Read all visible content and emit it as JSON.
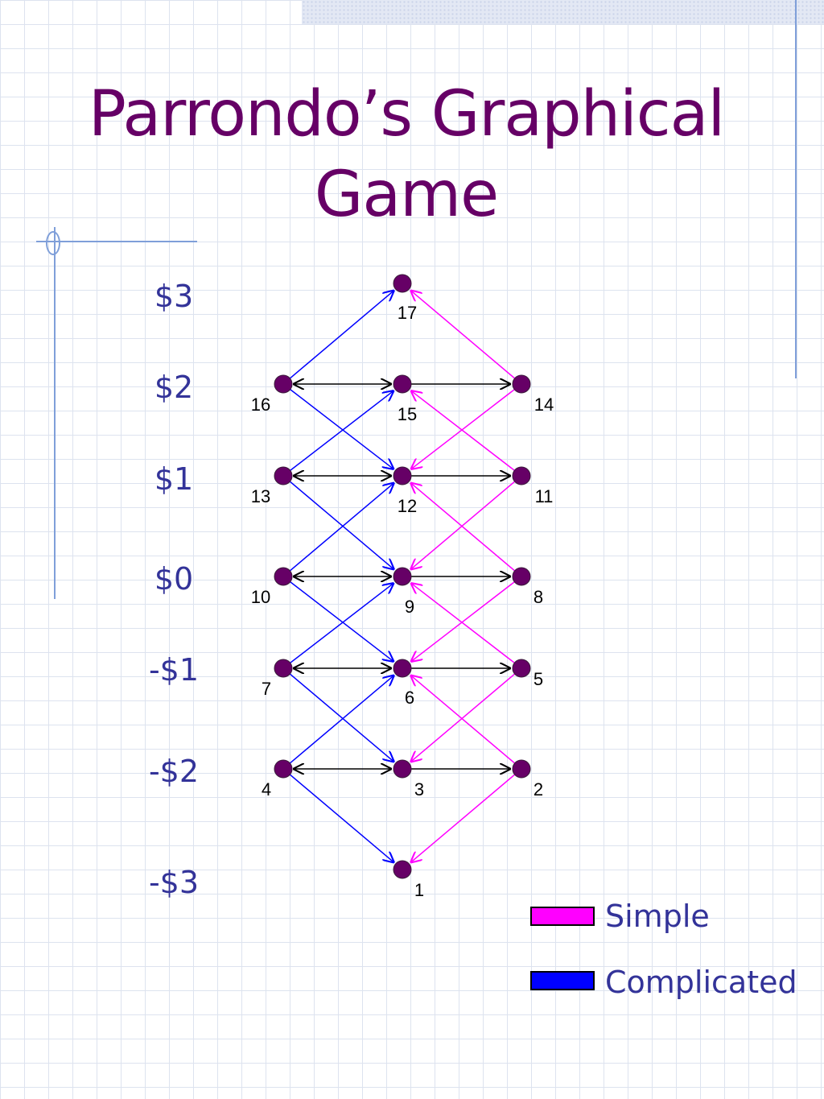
{
  "title_line1": "Parrondo’s Graphical",
  "title_line2": "Game",
  "dollar_labels": [
    "$3",
    "$2",
    "$1",
    "$0",
    "-$1",
    "-$2",
    "-$3"
  ],
  "colors": {
    "title": "#660066",
    "dollar": "#333399",
    "node": "#660066",
    "simple": "#ff00ff",
    "complicated": "#0000ff",
    "neutral": "#000000"
  },
  "nodes": [
    "1",
    "2",
    "3",
    "4",
    "5",
    "6",
    "7",
    "8",
    "9",
    "10",
    "11",
    "12",
    "13",
    "14",
    "15",
    "16",
    "17"
  ],
  "legend": {
    "simple_label": "Simple",
    "complicated_label": "Complicated"
  }
}
